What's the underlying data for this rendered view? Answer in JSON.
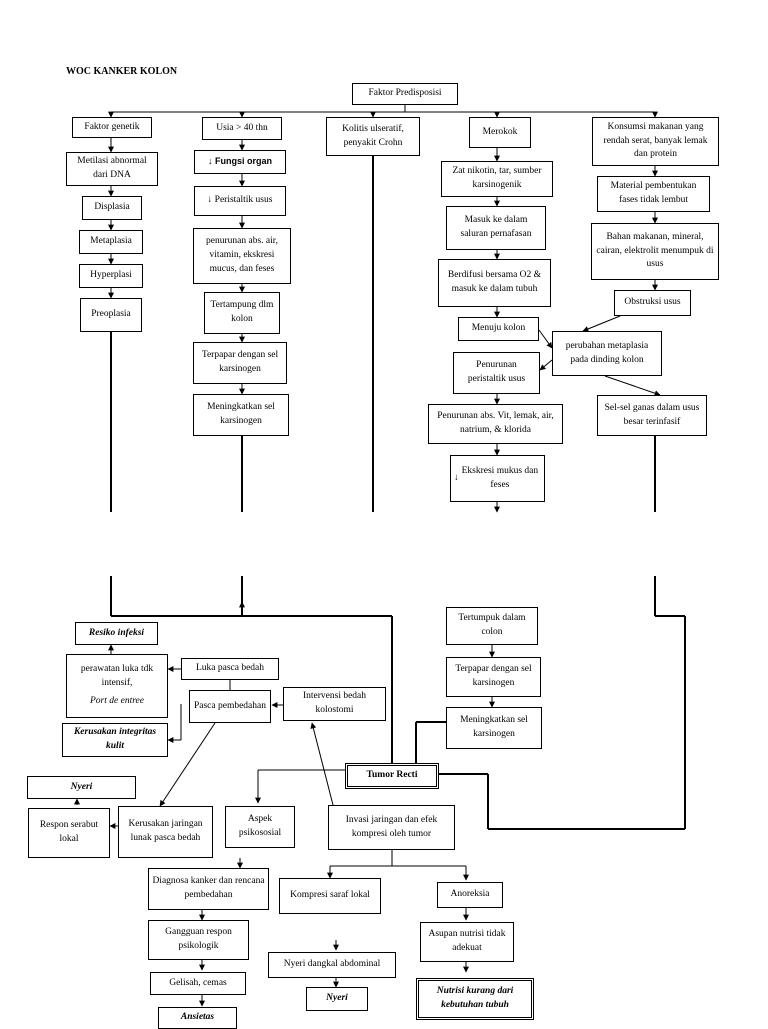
{
  "title": "WOC KANKER KOLON",
  "nodes": {
    "faktor_predisposisi": "Faktor Predisposisi",
    "faktor_genetik": "Faktor genetik",
    "metilasi": "Metilasi abnormal dari DNA",
    "displasia": "Displasia",
    "metaplasia": "Metaplasia",
    "hyperplasi": "Hyperplasi",
    "preoplasia": "Preoplasia",
    "usia": "Usia > 40 thn",
    "fungsi_organ": "Fungsi organ",
    "peristaltik": "Peristaltik usus",
    "penurunan_abs": "penurunan abs. air, vitamin, ekskresi mucus, dan feses",
    "tertampung": "Tertampung dlm kolon",
    "terpapar1": "Terpapar dengan sel karsinogen",
    "meningkatkan1": "Meningkatkan sel karsinogen",
    "kolitis": "Kolitis ulseratif, penyakit Crohn",
    "merokok": "Merokok",
    "zat_nikotin": "Zat nikotin, tar, sumber karsinogenik",
    "masuk_saluran": "Masuk ke dalam saluran pernafasan",
    "berdifusi": "Berdifusi bersama O2 & masuk ke dalam tubuh",
    "menuju_kolon": "Menuju kolon",
    "penurunan_peristaltik": "Penurunan peristaltik usus",
    "penurunan_vit": "Penurunan abs. Vit, lemak, air, natrium, & klorida",
    "ekskresi_mukus": "Ekskresi mukus dan feses",
    "konsumsi": "Konsumsi makanan yang rendah serat, banyak lemak dan protein",
    "material": "Material pembentukan fases tidak lembut",
    "bahan_makanan": "Bahan makanan, mineral, cairan, elektrolit menumpuk di usus",
    "obstruksi": "Obstruksi usus",
    "perubahan_metaplasia": "perubahan metaplasia pada dinding kolon",
    "sel_ganas": "Sel-sel ganas dalam usus besar terinfasif",
    "tertumpuk": "Tertumpuk dalam colon",
    "terpapar2": "Terpapar dengan sel karsinogen",
    "meningkatkan2": "Meningkatkan sel karsinogen",
    "resiko_infeksi": "Resiko infeksi",
    "perawatan_luka": "perawatan luka tdk intensif,",
    "port_de_entree": "Port de entree",
    "luka_pasca": "Luka pasca bedah",
    "pasca_pembedahan": "Pasca pembedahan",
    "intervensi": "Intervensi bedah kolostomi",
    "kerusakan_integritas": "Kerusakan integritas kulit",
    "nyeri1": "Nyeri",
    "respon_serabut": "Respon serabut lokal",
    "kerusakan_jaringan": "Kerusakan jaringan lunak pasca bedah",
    "tumor_recti": "Tumor Recti",
    "aspek_psikososial": "Aspek psikososial",
    "invasi": "Invasi jaringan dan efek kompresi oleh tumor",
    "diagnosa": "Diagnosa kanker dan rencana pembedahan",
    "gangguan": "Gangguan respon psikologik",
    "gelisah": "Gelisah, cemas",
    "ansietas": "Ansietas",
    "kompresi_saraf": "Kompresi saraf lokal",
    "nyeri_dangkal": "Nyeri dangkal abdominal",
    "nyeri2": "Nyeri",
    "anoreksia": "Anoreksia",
    "asupan": "Asupan nutrisi tidak adekuat",
    "nutrisi_kurang": "Nutrisi kurang dari kebutuhan tubuh"
  }
}
